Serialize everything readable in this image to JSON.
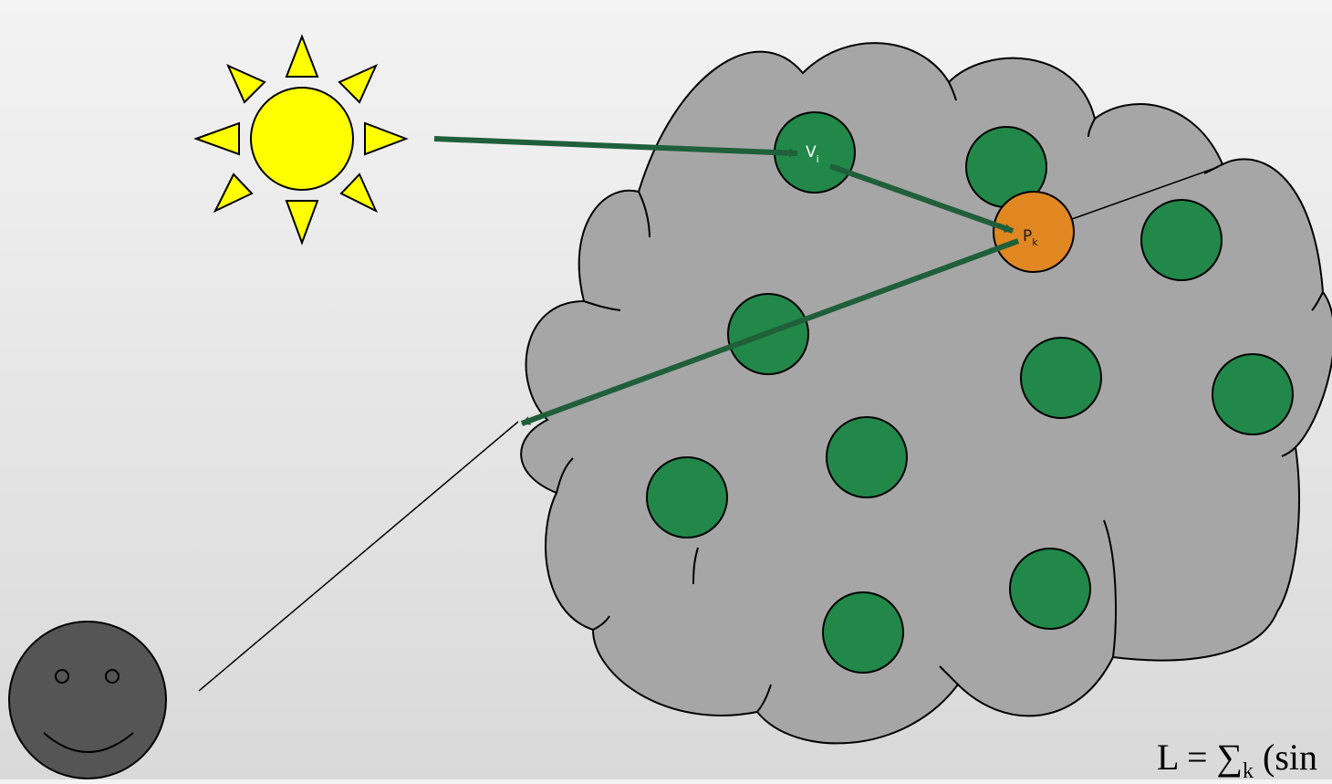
{
  "colors": {
    "background": "#e6e6e6",
    "cloud_fill": "#a6a6a6",
    "particle": "#21884a",
    "particle_highlight": "#e08722",
    "light_path": "#1f5f3a",
    "sun": "#ffff00",
    "viewer": "#555555"
  },
  "icons": {
    "sun": "sun-icon",
    "viewer": "smiley-face-icon",
    "cloud": "cloud-shape"
  },
  "labels": {
    "v_main": "V",
    "v_sub": "i",
    "p_main": "P",
    "p_sub": "k"
  },
  "formula": {
    "lhs": "L",
    "eq": "=",
    "sum": "∑",
    "sub": "k",
    "rest": "(sin"
  }
}
